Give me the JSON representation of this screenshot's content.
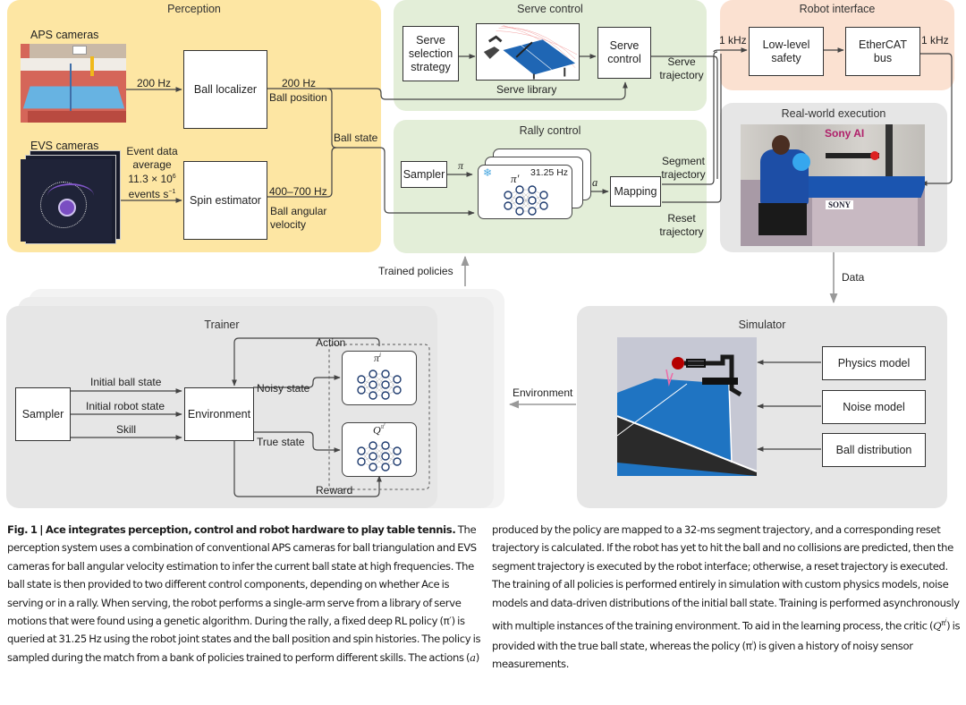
{
  "perception": {
    "title": "Perception",
    "aps_label": "APS cameras",
    "evs_label": "EVS cameras",
    "aps_rate": "200 Hz",
    "event_data": [
      "Event data",
      "average",
      "11.3 × 10",
      "6",
      "events s",
      "−1"
    ],
    "ball_localizer": "Ball localizer",
    "spin_estimator": "Spin estimator",
    "localizer_rate": "200 Hz",
    "ball_position": "Ball position",
    "spin_rate": "400–700 Hz",
    "ball_angular_velocity": [
      "Ball angular",
      "velocity"
    ],
    "ball_state": "Ball state"
  },
  "serve_control": {
    "title": "Serve control",
    "selection_strategy": [
      "Serve",
      "selection",
      "strategy"
    ],
    "serve_library": "Serve library",
    "serve_control_box": [
      "Serve",
      "control"
    ],
    "serve_trajectory": [
      "Serve",
      "trajectory"
    ]
  },
  "robot_interface": {
    "title": "Robot interface",
    "in_rate": "1 kHz",
    "out_rate": "1 kHz",
    "low_level_safety": [
      "Low-level",
      "safety"
    ],
    "ethercat": [
      "EtherCAT",
      "bus"
    ]
  },
  "rally_control": {
    "title": "Rally control",
    "sampler": "Sampler",
    "pi": "π",
    "policy_symbol": "π′",
    "policy_rate": "31.25 Hz",
    "action": "a",
    "mapping": "Mapping",
    "segment_trajectory": [
      "Segment",
      "trajectory"
    ],
    "reset_trajectory": [
      "Reset",
      "trajectory"
    ]
  },
  "real_world": {
    "title": "Real-world execution",
    "photo_brand": "Sony AI",
    "table_brand": "SONY"
  },
  "flows": {
    "trained_policies": "Trained policies",
    "data": "Data",
    "environment": "Environment"
  },
  "trainer": {
    "title": "Trainer",
    "sampler": "Sampler",
    "environment": "Environment",
    "initial_ball_state": "Initial ball state",
    "initial_robot_state": "Initial robot state",
    "skill": "Skill",
    "action": "Action",
    "noisy_state": "Noisy state",
    "true_state": "True state",
    "reward": "Reward",
    "policy_symbol": "π",
    "policy_sup": "i",
    "critic_symbol": "Q",
    "critic_sup": "π",
    "critic_sup2": "i"
  },
  "simulator": {
    "title": "Simulator",
    "physics_model": "Physics model",
    "noise_model": "Noise model",
    "ball_distribution": "Ball distribution"
  },
  "colors": {
    "perception_bg": "#fde6a3",
    "serve_bg": "#e3eed8",
    "rally_bg": "#e3eed8",
    "robot_bg": "#fbe1d1",
    "realworld_bg": "#e6e6e6",
    "trainer_bg": "#e6e6e6",
    "simulator_bg": "#e6e6e6",
    "nn_node": "#1d3a6e",
    "table_blue": "#1d7ac4"
  },
  "caption": {
    "bold_lead": "Fig. 1 | Ace integrates perception, control and robot hardware to play table tennis.",
    "col1": " The perception system uses a combination of conventional APS cameras for ball triangulation and EVS cameras for ball angular velocity estimation to infer the current ball state at high frequencies. The ball state is then provided to two different control components, depending on whether Ace is serving or in a rally. When serving, the robot performs a single-arm serve from a library of serve motions that were found using a genetic algorithm. During the rally, a fixed deep RL policy (π′) is queried at 31.25 Hz using the robot joint states and the ball position and spin histories. The policy is sampled during the match from a bank of policies trained to perform different skills. The actions (",
    "col1_italic": "a",
    "col1_end": ")",
    "col2a": "produced by the policy are mapped to a 32-ms segment trajectory, and a corresponding reset trajectory is calculated. If the robot has yet to hit the ball and no collisions are predicted, then the segment trajectory is executed by the robot interface; otherwise, a reset trajectory is executed. The training of all policies is performed entirely in simulation with custom physics models, noise models and data-driven distributions of the initial ball state. Training is performed asynchronously with multiple instances of the training environment. To aid in the learning process, the critic (",
    "col2_Q": "Q",
    "col2_Qsup": "π",
    "col2_Qsup2": "i",
    "col2b": ") is provided with the true ball state, whereas the policy (π",
    "col2_pisup": "i",
    "col2c": ") is given a history of noisy sensor measurements."
  }
}
